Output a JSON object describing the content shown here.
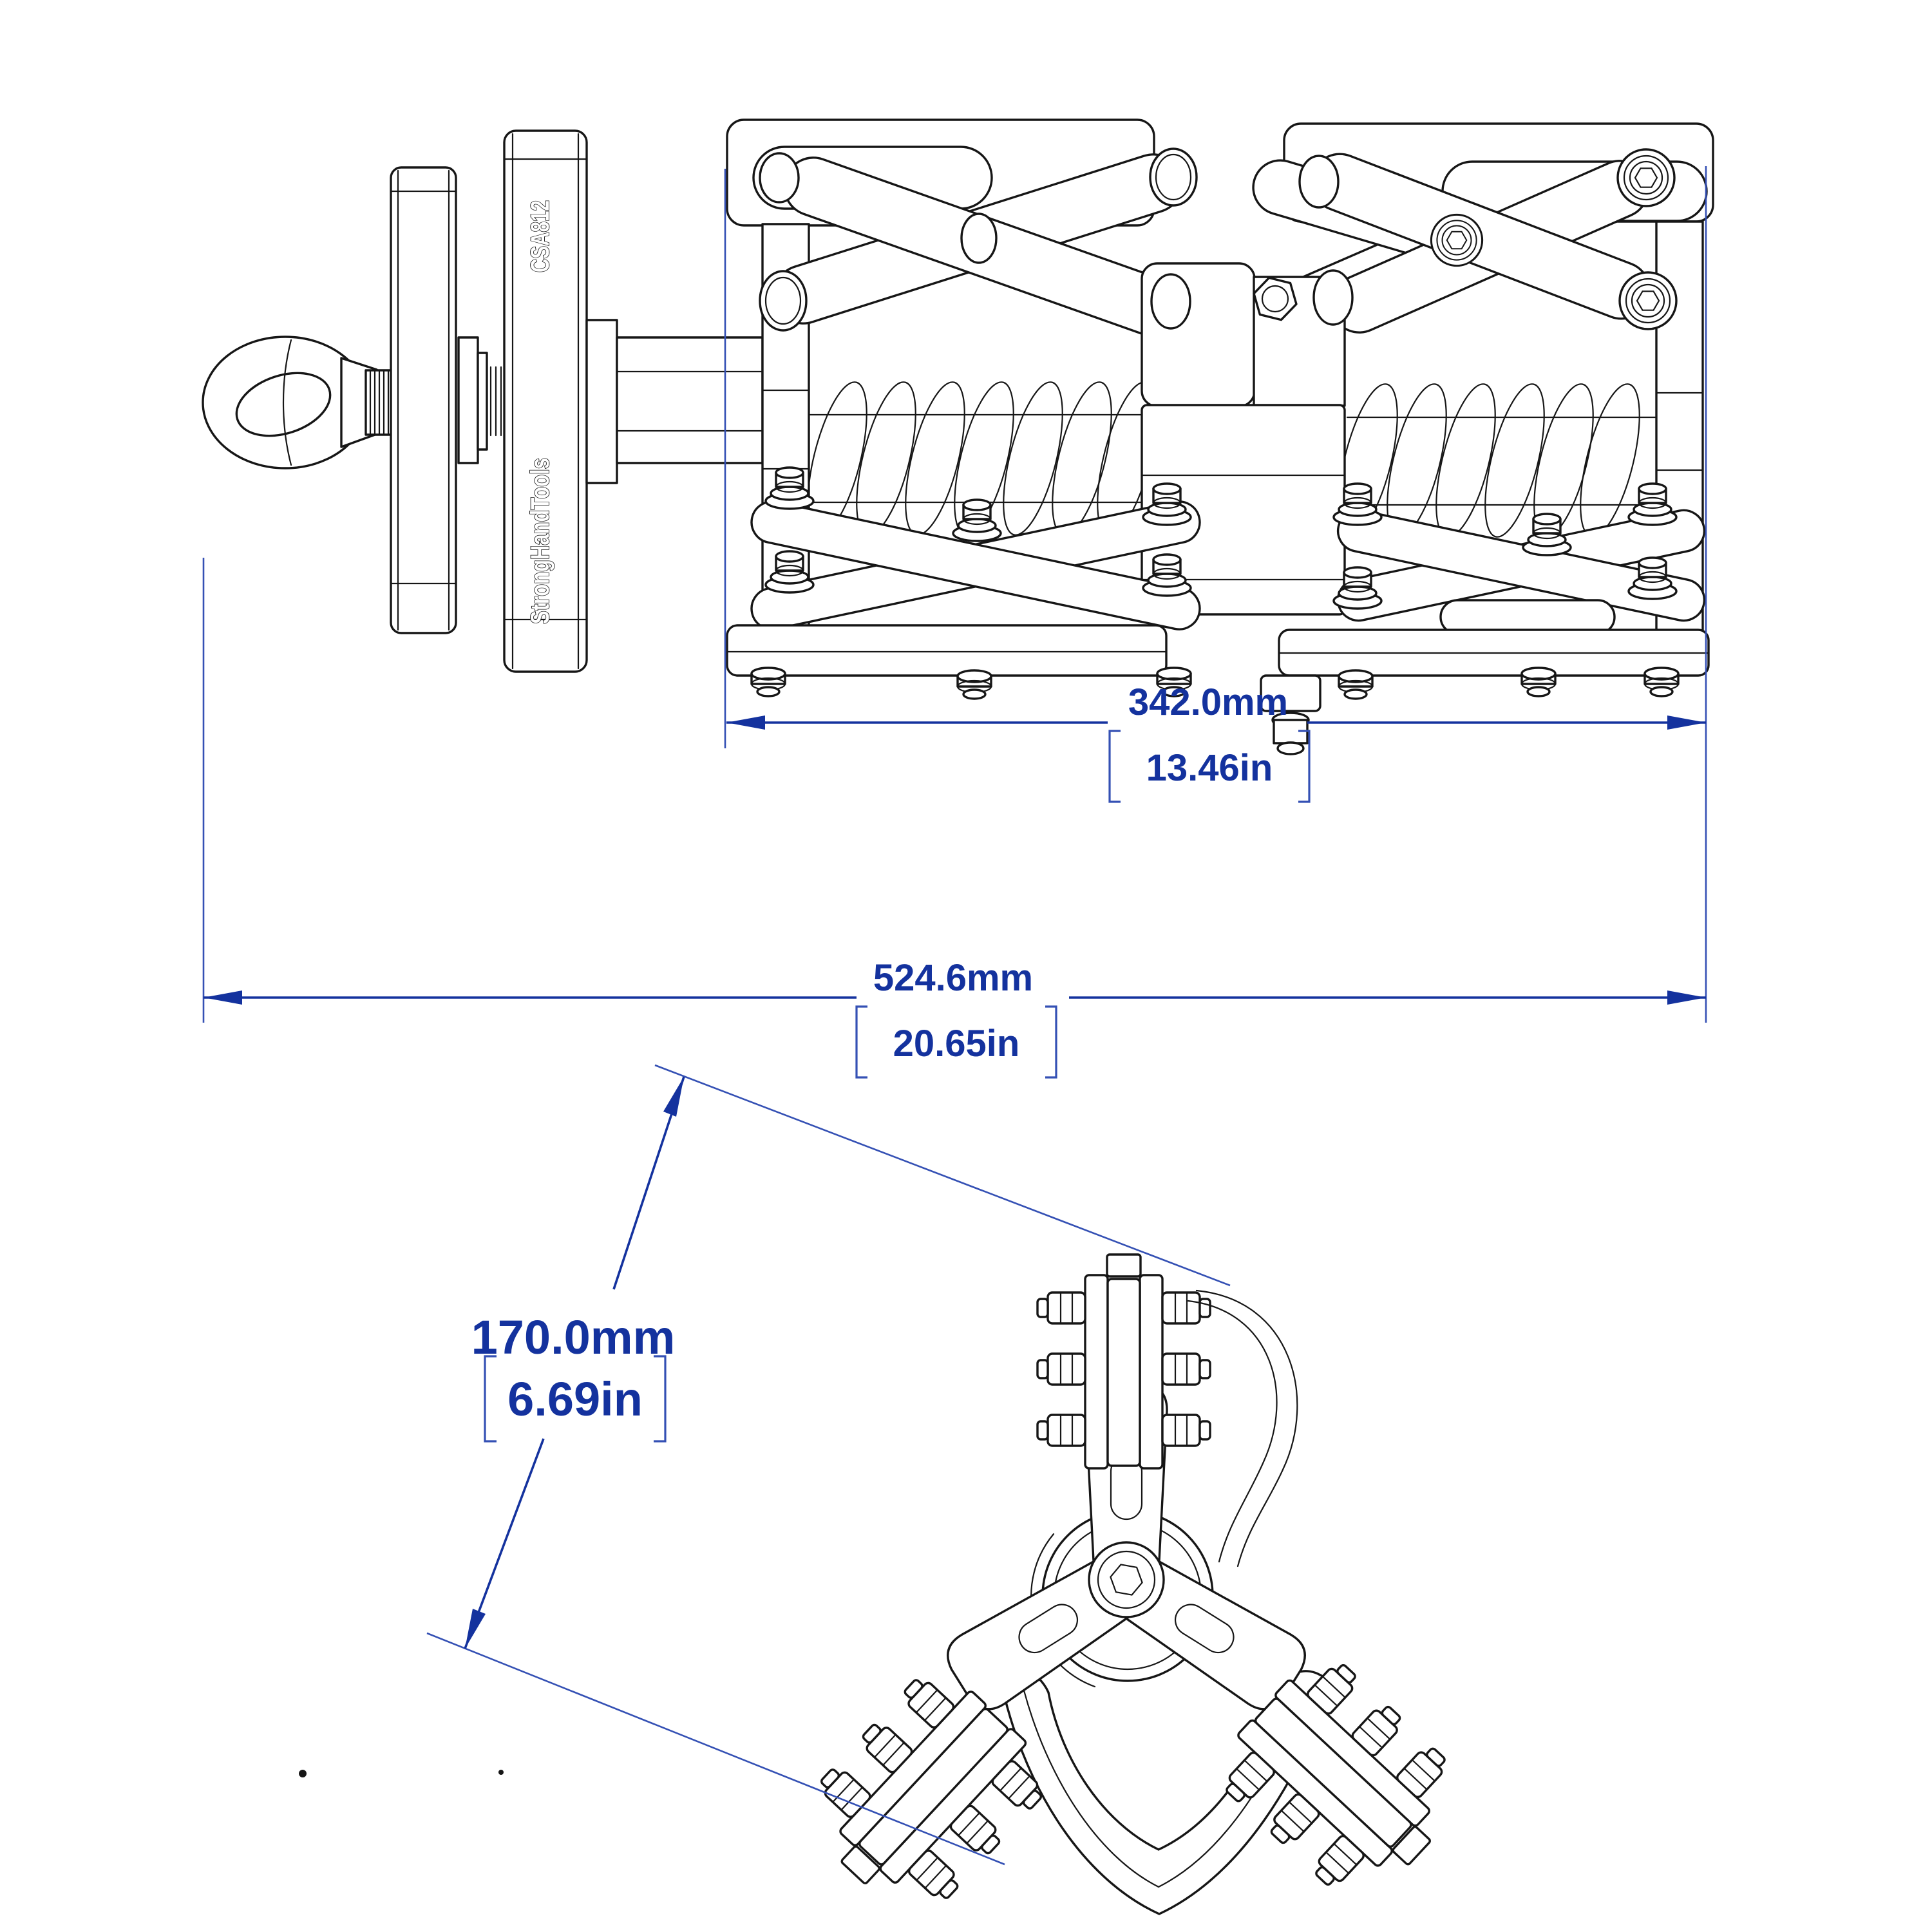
{
  "labels": {
    "model": "CSA812",
    "brand": "StrongHandTools"
  },
  "dims": {
    "width": {
      "mm": "342.0mm",
      "inch": "13.46in"
    },
    "overall": {
      "mm": "524.6mm",
      "inch": "20.65in"
    },
    "height": {
      "mm": "170.0mm",
      "inch": "6.69in"
    }
  },
  "colors": {
    "dimension_blue": "#14329e",
    "extension_blue": "#3450b4",
    "line_black": "#161616",
    "background": "#ffffff"
  }
}
